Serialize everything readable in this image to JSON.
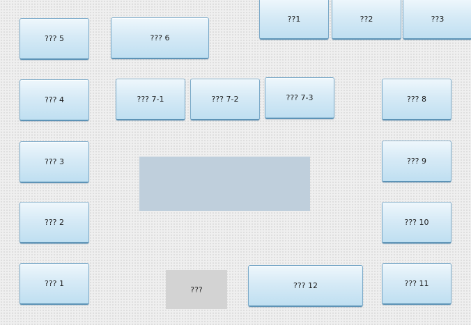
{
  "top_tiles": [
    {
      "label": "??1"
    },
    {
      "label": "??2"
    },
    {
      "label": "??3"
    }
  ],
  "tiles": {
    "t5": "??? 5",
    "t6": "??? 6",
    "t4": "??? 4",
    "t7_1": "??? 7-1",
    "t7_2": "??? 7-2",
    "t7_3": "??? 7-3",
    "t8": "??? 8",
    "t3": "??? 3",
    "t9": "??? 9",
    "t2": "??? 2",
    "t10": "??? 10",
    "t1": "??? 1",
    "t12": "??? 12",
    "t11": "??? 11"
  },
  "gray_box": {
    "label": "???"
  },
  "colors": {
    "tile_top": "#eef7fc",
    "tile_bottom": "#bfdff1",
    "tile_border": "#7aa9c8",
    "center_panel": "#bfcfdc",
    "gray_box": "#d3d3d3",
    "background": "#efefef"
  }
}
